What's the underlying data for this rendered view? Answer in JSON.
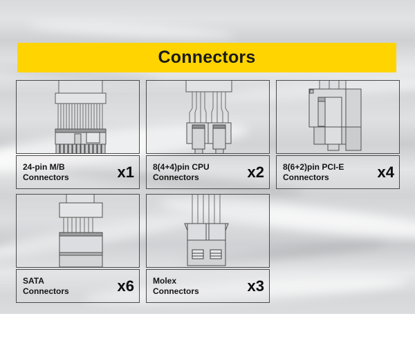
{
  "slide": {
    "title": "Connectors",
    "title_bg_color": "#ffd400",
    "title_text_color": "#1a1a1a",
    "background_color": "#d9dadb"
  },
  "cards": [
    {
      "id": "mb-24pin",
      "label": "24-pin M/B\nConnectors",
      "quantity": "x1",
      "icon": "24-pin-motherboard-connector-icon"
    },
    {
      "id": "cpu-8pin",
      "label": "8(4+4)pin CPU\nConnectors",
      "quantity": "x2",
      "icon": "8pin-cpu-connector-icon"
    },
    {
      "id": "pcie-8pin",
      "label": "8(6+2)pin PCI-E\nConnectors",
      "quantity": "x4",
      "icon": "8pin-pcie-connector-icon"
    },
    {
      "id": "sata",
      "label": "SATA\nConnectors",
      "quantity": "x6",
      "icon": "sata-connector-icon"
    },
    {
      "id": "molex",
      "label": "Molex\nConnectors",
      "quantity": "x3",
      "icon": "molex-connector-icon"
    }
  ]
}
